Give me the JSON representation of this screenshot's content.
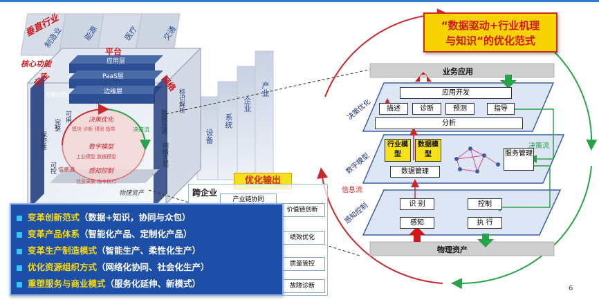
{
  "banner": {
    "line1": "“数据驱动+行业机理",
    "line2": "与知识“的优化范式"
  },
  "vertical": {
    "title": "垂直行业",
    "industries": [
      "制造业",
      "能源",
      "医疗",
      "交通"
    ],
    "core_title": "核心功能",
    "platform": "平台",
    "layers": [
      "应用层",
      "PaaS层",
      "边缘层"
    ],
    "security": "安全",
    "network": "网络",
    "left_labels": [
      "智能识别",
      "可用",
      "完整",
      "保密性",
      "可控"
    ],
    "right_labels": [
      "标识解析",
      "数据互通",
      "网络互联"
    ],
    "cycle": [
      "决策优化",
      "模块 诊断 预测 指导",
      "数字模型",
      "工业模型 数据模型",
      "感知控制",
      "信息采集 指令执行",
      "决策流",
      "信息流"
    ],
    "bottom": "物理资产"
  },
  "steps": [
    "设备",
    "系统",
    "企业",
    "产业"
  ],
  "optimize": {
    "title": "优化输出",
    "cross": "跨企业",
    "chain": "产业链协同",
    "items": [
      "价值链创新",
      "绩效优化",
      "质量管控",
      "故障诊断"
    ]
  },
  "bullets": [
    {
      "head": "变革创新范式",
      "detail": "（数据+知识，协同与众包）"
    },
    {
      "head": "变革产品体系",
      "detail": "（智能化产品、定制化产品）"
    },
    {
      "head": "变革生产制造模式",
      "detail": "（智能生产、柔性化生产）"
    },
    {
      "head": "优化资源组织方式",
      "detail": "（网络化协同、社会化生产）"
    },
    {
      "head": "重塑服务与商业模式",
      "detail": "（服务化延伸、新模式）"
    }
  ],
  "right": {
    "top_bar": "业务应用",
    "app_dev": "应用开发",
    "decision": "决策优化",
    "decision_items": [
      "描述",
      "诊断",
      "预测",
      "指导"
    ],
    "analysis": "分析",
    "digital": "数字模型",
    "models": [
      "行业模型",
      "数据模型"
    ],
    "data_mgmt": "数据管理",
    "service_mgmt": "服务管理",
    "decision_flow": "决策流",
    "info_flow": "信息流",
    "perception": "感知控制",
    "perception_items": [
      "识 别",
      "控制",
      "感知",
      "执 行"
    ],
    "bottom_bar": "物理资产"
  },
  "page_number": "6",
  "colors": {
    "blue": "#1d4fa8",
    "red": "#d4161a",
    "yellow": "#f6d915",
    "green": "#2aa24a"
  }
}
